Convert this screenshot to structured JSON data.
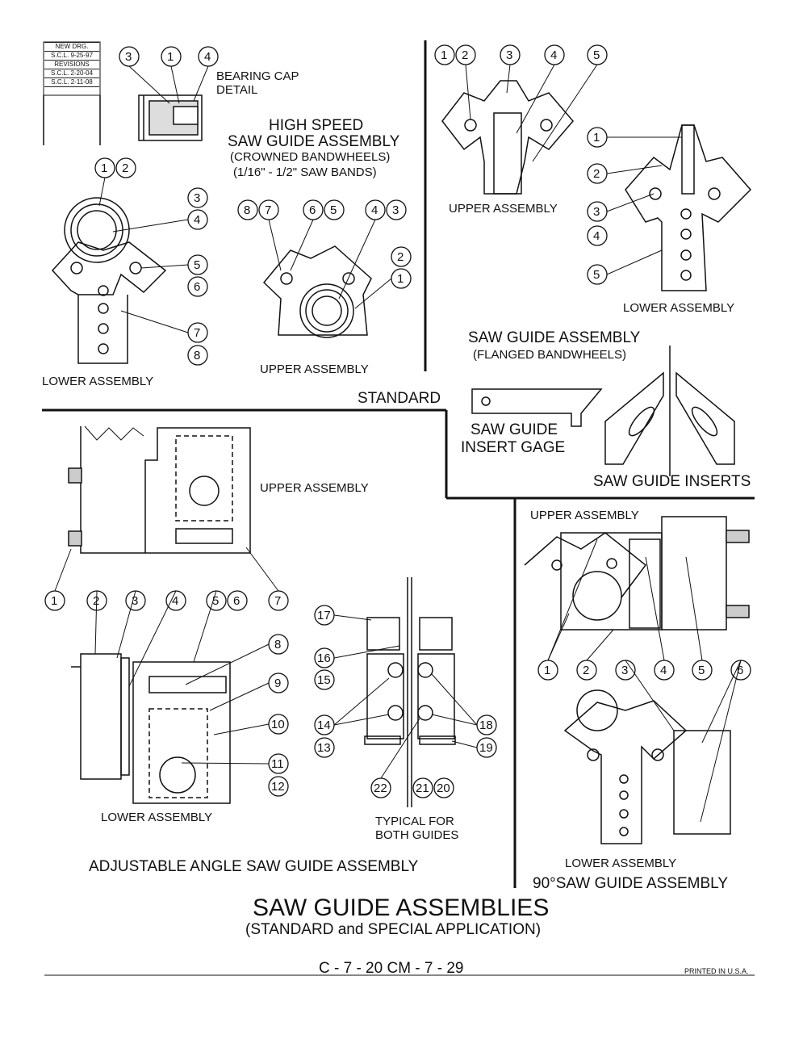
{
  "revisions": {
    "new_drg": "NEW DRG.",
    "scl1": "S.C.L. 9-25-97",
    "revisions": "REVISIONS",
    "scl2": "S.C.L. 2-20-04",
    "scl3": "S.C.L. 2-11-08"
  },
  "hs": {
    "bearing_cap": "BEARING CAP",
    "detail": "DETAIL",
    "title": "HIGH SPEED",
    "title2": "SAW GUIDE ASSEMBLY",
    "sub1": "(CROWNED BANDWHEELS)",
    "sub2": "(1/16\" - 1/2\" SAW BANDS)",
    "lower": "LOWER ASSEMBLY",
    "upper": "UPPER ASSEMBLY"
  },
  "std": {
    "label": "STANDARD"
  },
  "fl": {
    "upper": "UPPER ASSEMBLY",
    "lower": "LOWER ASSEMBLY",
    "title": "SAW GUIDE ASSEMBLY",
    "sub": "(FLANGED BANDWHEELS)",
    "gage1": "SAW GUIDE",
    "gage2": "INSERT GAGE",
    "inserts": "SAW GUIDE INSERTS"
  },
  "adj": {
    "upper": "UPPER ASSEMBLY",
    "lower": "LOWER ASSEMBLY",
    "typ1": "TYPICAL FOR",
    "typ2": "BOTH GUIDES",
    "title": "ADJUSTABLE ANGLE SAW GUIDE ASSEMBLY"
  },
  "deg": {
    "upper": "UPPER ASSEMBLY",
    "lower": "LOWER ASSEMBLY",
    "title": "90°SAW GUIDE ASSEMBLY"
  },
  "main": {
    "title": "SAW GUIDE ASSEMBLIES",
    "sub": "(STANDARD and SPECIAL APPLICATION)"
  },
  "footer": {
    "page": "C - 7 - 20   CM - 7 - 29",
    "printed": "PRINTED IN U.S.A."
  },
  "callouts": {
    "c1": "1",
    "c2": "2",
    "c3": "3",
    "c4": "4",
    "c5": "5",
    "c6": "6",
    "c7": "7",
    "c8": "8",
    "c9": "9",
    "c10": "10",
    "c11": "11",
    "c12": "12",
    "c13": "13",
    "c14": "14",
    "c15": "15",
    "c16": "16",
    "c17": "17",
    "c18": "18",
    "c19": "19",
    "c20": "20",
    "c21": "21",
    "c22": "22"
  }
}
